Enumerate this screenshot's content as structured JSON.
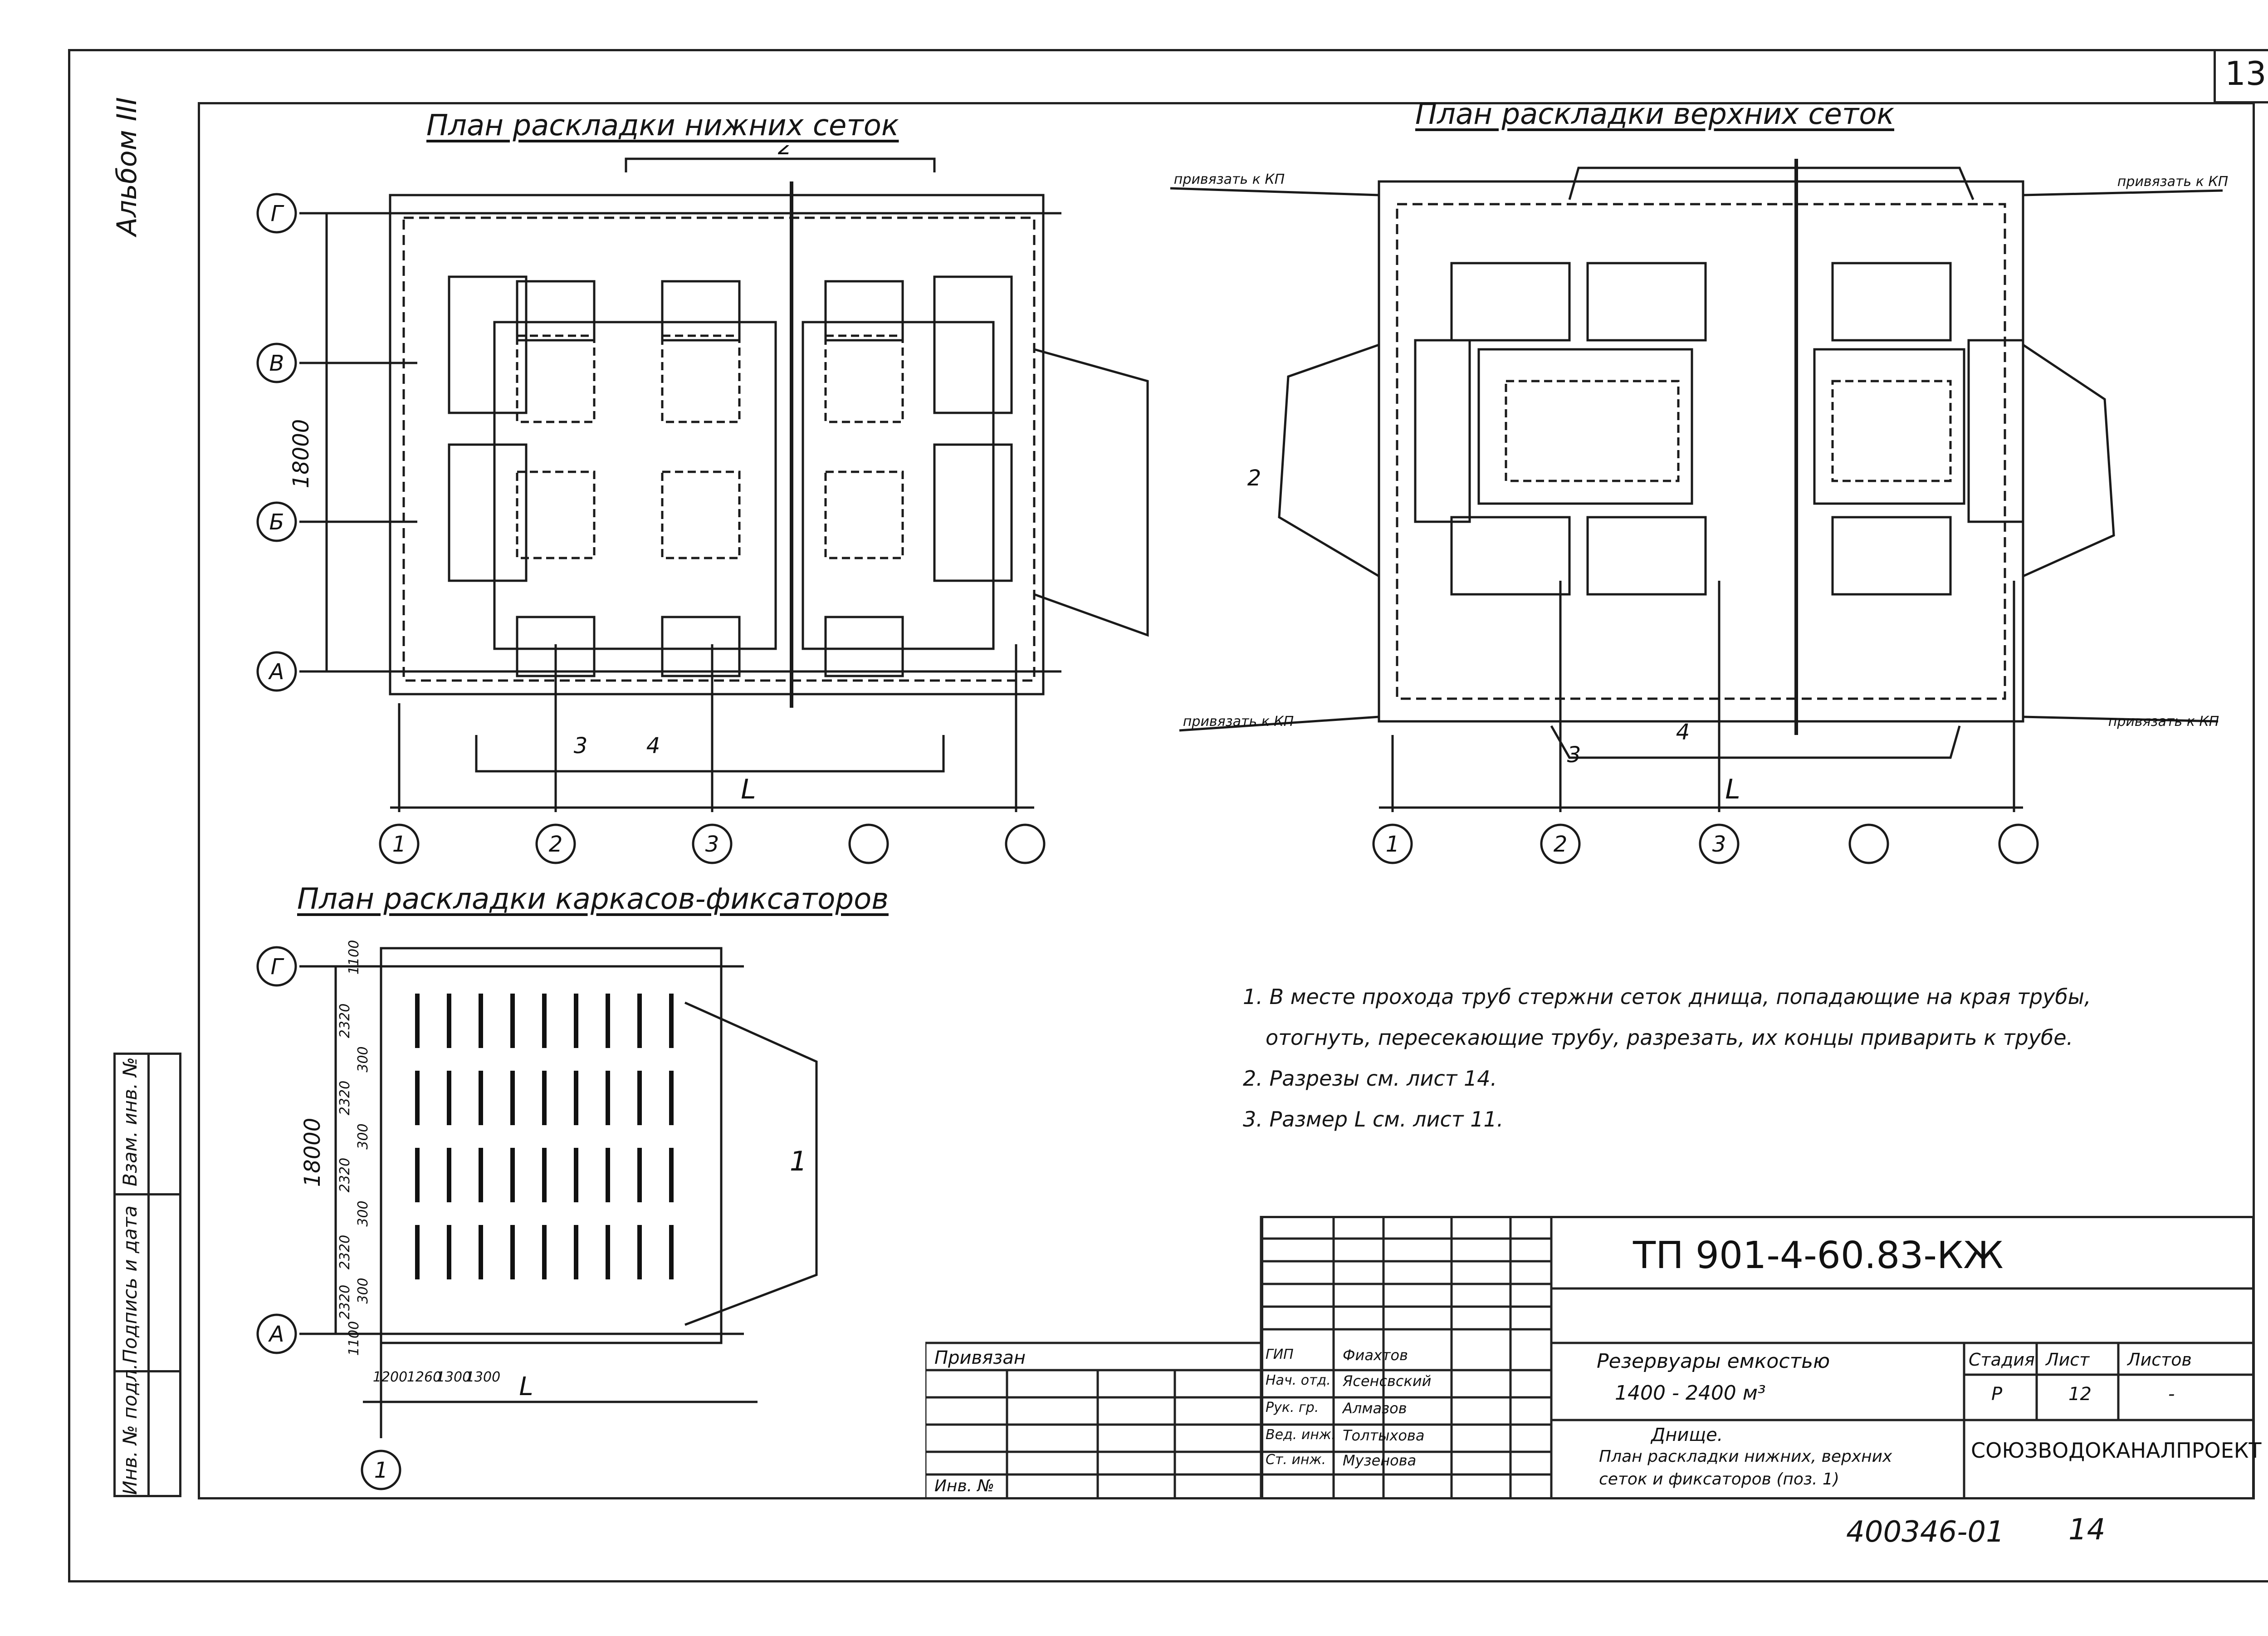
{
  "sheet_number": "13",
  "album_label": "Альбом III",
  "plans": {
    "lower": {
      "title": "План раскладки нижних сеток",
      "axis_rows": [
        "Г",
        "В",
        "Б",
        "А"
      ],
      "axis_cols": [
        "1",
        "2",
        "3",
        "",
        ""
      ],
      "overall_dim": "18000",
      "bottom_dim": "L",
      "section_marks": [
        "2",
        "3",
        "4"
      ]
    },
    "upper": {
      "title": "План раскладки верхних сеток",
      "axis_cols": [
        "1",
        "2",
        "3",
        "",
        ""
      ],
      "bottom_dim": "L",
      "tie_note": "привязать к КП",
      "section_marks": [
        "2",
        "3",
        "4"
      ]
    },
    "frames": {
      "title": "План раскладки каркасов-фиксаторов",
      "axis_rows": [
        "Г",
        "А"
      ],
      "axis_cols": [
        "1"
      ],
      "overall_dim": "18000",
      "row_dims": [
        "1100",
        "2320",
        "2320",
        "2320",
        "2320",
        "2320",
        "1100"
      ],
      "gap_dims": [
        "300",
        "300",
        "300",
        "300"
      ],
      "bottom_dims": [
        "1200",
        "1260",
        "1300",
        "1300"
      ],
      "bottom_dim": "L",
      "leader_label": "1"
    }
  },
  "notes": [
    "1. В месте прохода труб стержни сеток днища, попадающие на края трубы,",
    "отогнуть, пересекающие трубу, разрезать, их концы приварить к трубе.",
    "2. Разрезы см. лист 14.",
    "3. Размер L см. лист 11."
  ],
  "title_block": {
    "code": "ТП 901-4-60.83-КЖ",
    "project_name_1": "Резервуары емкостью",
    "project_name_2": "1400 - 2400 м³",
    "sheet_title_1": "Днище.",
    "sheet_title_2": "План раскладки нижних, верхних",
    "sheet_title_3": "сеток и фиксаторов (поз. 1)",
    "stage_label": "Стадия",
    "sheet_label": "Лист",
    "sheets_label": "Листов",
    "stage": "Р",
    "sheet": "12",
    "sheets": "-",
    "org": "СОЮЗВОДОКАНАЛПРОЕКТ",
    "bound_label": "Привязан",
    "inv_label": "Инв. №",
    "roles": [
      "ГИП",
      "Нач. отд.",
      "Рук. гр.",
      "Вед. инж.",
      "Ст. инж."
    ],
    "names": [
      "Фиахтов",
      "Ясенсвский",
      "Алмазов",
      "Толтыхова",
      "Музенова"
    ],
    "stamp_codes": [
      "Инв. № подл.",
      "Подпись и дата",
      "Взам. инв. №"
    ]
  },
  "footer": {
    "archive_no": "400346-01",
    "page": "14"
  }
}
